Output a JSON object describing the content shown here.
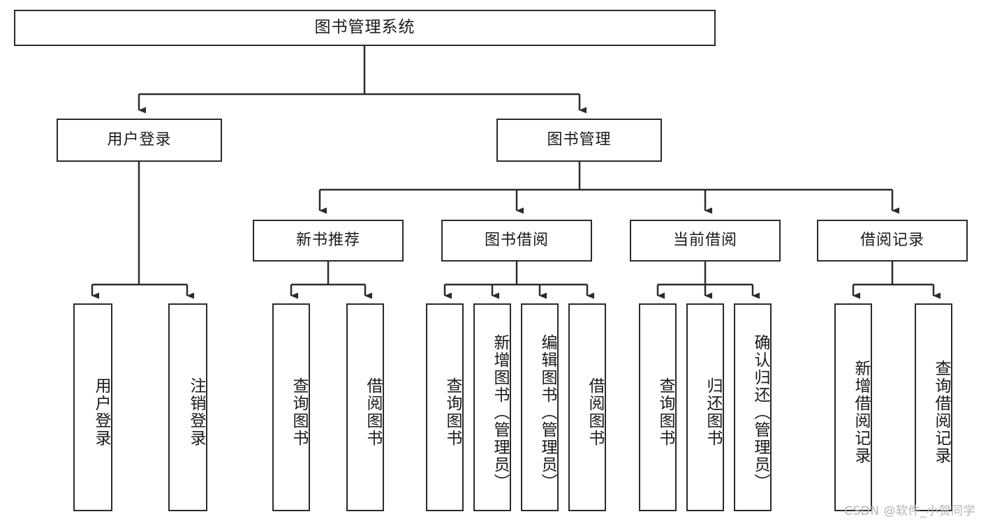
{
  "diagram": {
    "title": "图书管理系统",
    "type": "tree-hierarchy-chart",
    "watermark": "CSDN @软件_小贺同学",
    "line_color": "#2b2b2b",
    "box_fill": "#ffffff",
    "text_color": "#1a1a1a"
  },
  "nodes": {
    "root": {
      "label": "图书管理系统"
    },
    "level2": [
      {
        "label": "用户登录"
      },
      {
        "label": "图书管理"
      }
    ],
    "level3": [
      {
        "label": "新书推荐"
      },
      {
        "label": "图书借阅"
      },
      {
        "label": "当前借阅"
      },
      {
        "label": "借阅记录"
      }
    ],
    "leaves": {
      "user_login": [
        {
          "label": "用户登录"
        },
        {
          "label": "注销登录"
        }
      ],
      "new_book_rec": [
        {
          "label": "查询图书"
        },
        {
          "label": "借阅图书"
        }
      ],
      "book_borrow": [
        {
          "label": "查询图书"
        },
        {
          "label": "新增图书（管理员）"
        },
        {
          "label": "编辑图书（管理员）"
        },
        {
          "label": "借阅图书"
        }
      ],
      "current_borrow": [
        {
          "label": "查询图书"
        },
        {
          "label": "归还图书"
        },
        {
          "label": "确认归还（管理员）"
        }
      ],
      "borrow_record": [
        {
          "label": "新增借阅记录"
        },
        {
          "label": "查询借阅记录"
        }
      ]
    }
  }
}
